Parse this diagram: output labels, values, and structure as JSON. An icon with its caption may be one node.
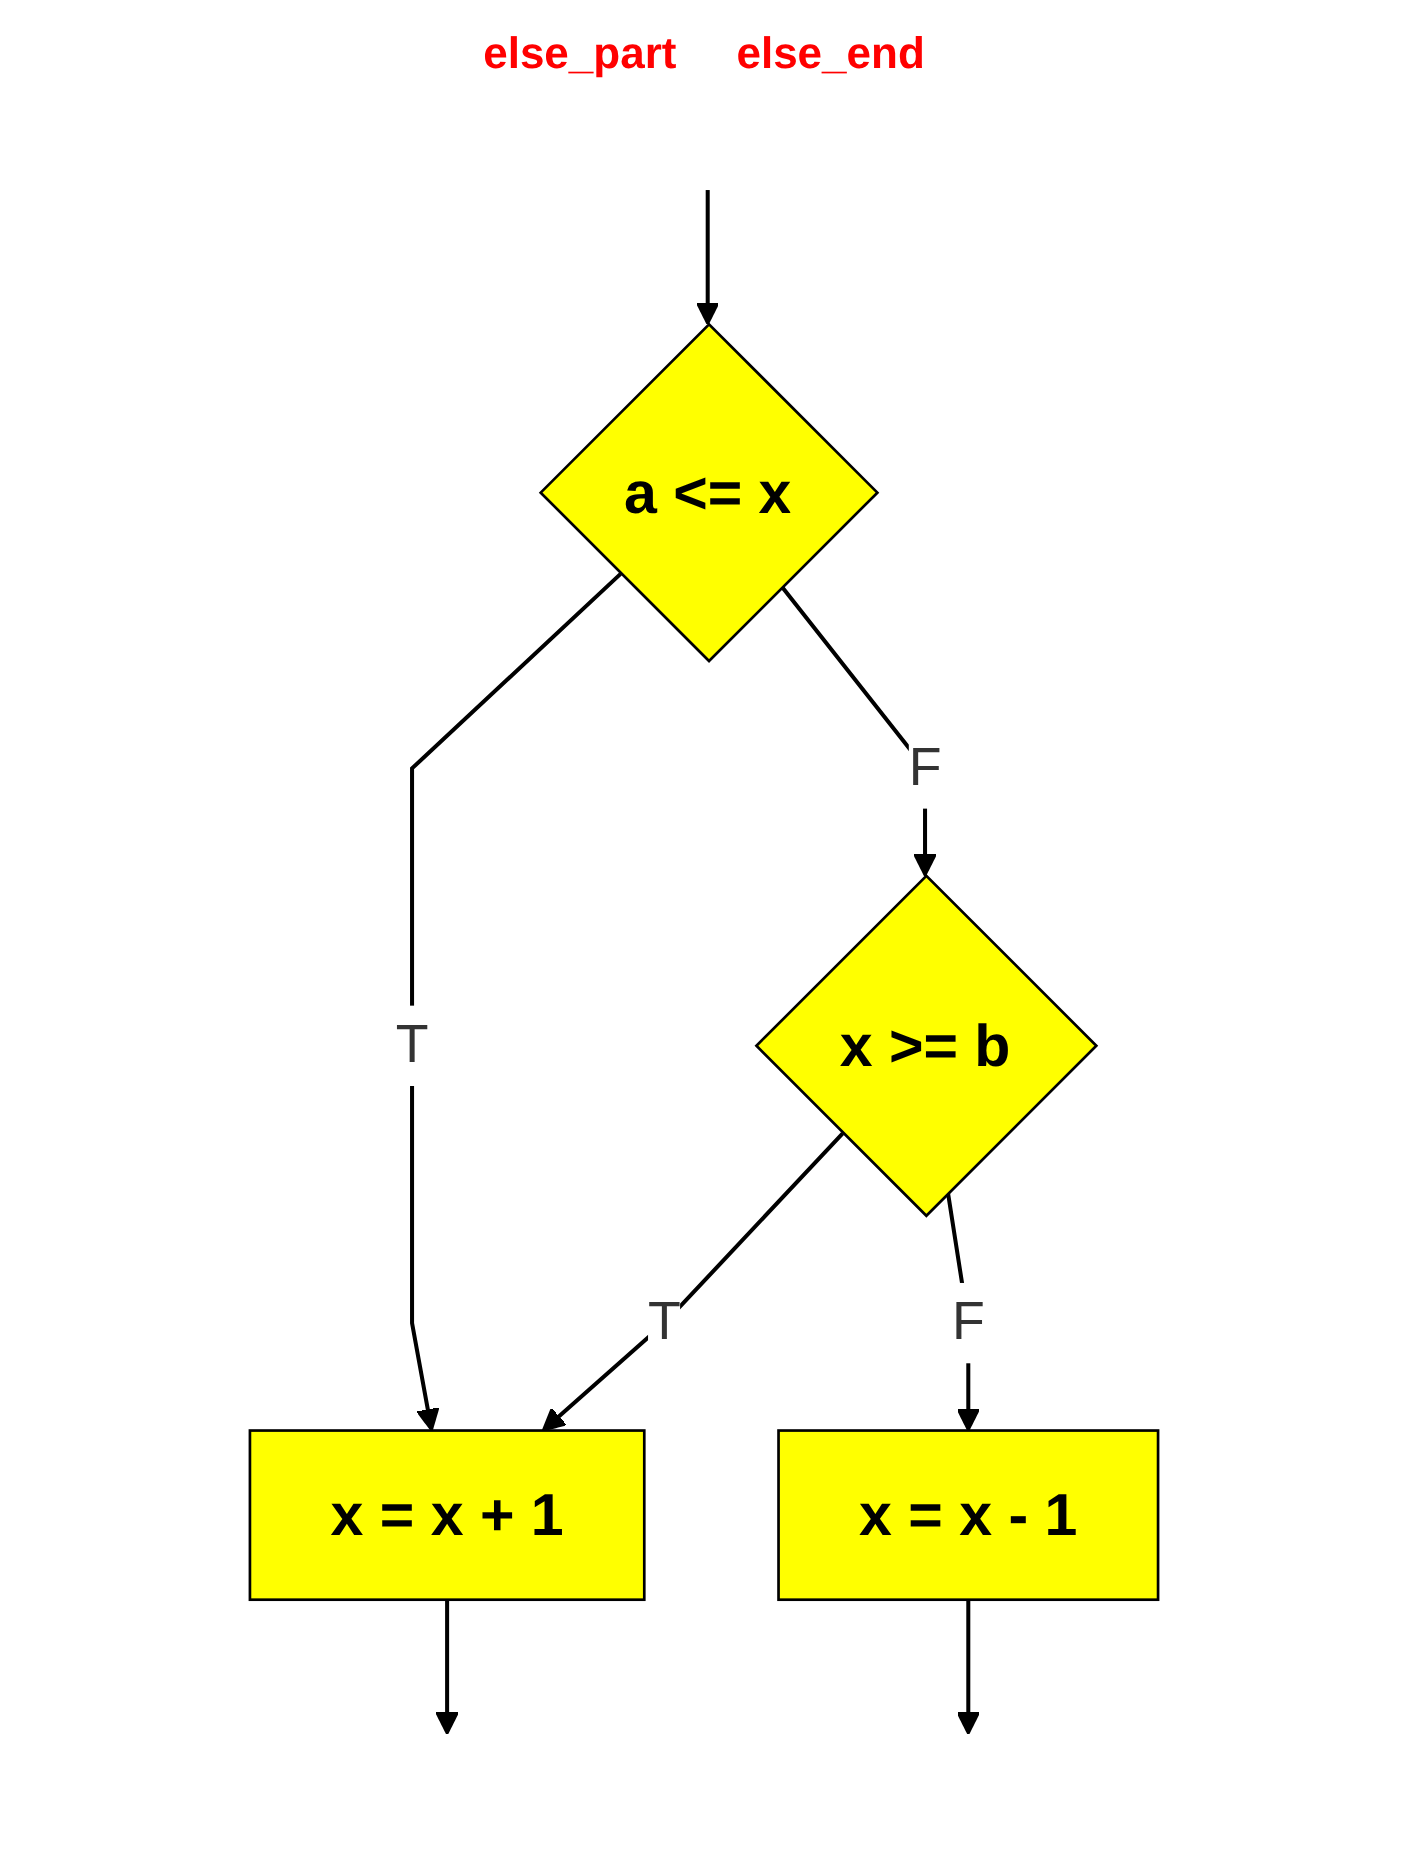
{
  "diagram": {
    "nodes": [
      {
        "text": [
          "a <= x"
        ]
      },
      {
        "text": [
          "x >= b"
        ]
      },
      {
        "text": [
          "x = x + 1"
        ]
      },
      {
        "text": [
          "x = x - 1"
        ]
      }
    ],
    "edges": [
      {
        "from": null,
        "to": 0,
        "arrow": "to"
      },
      {
        "from": 0,
        "to": 1,
        "arrow": "to",
        "label": "F"
      },
      {
        "from": 0,
        "to": 2,
        "arrow": "to",
        "label": "T"
      },
      {
        "from": 1,
        "to": 2,
        "arrow": "to",
        "label": "T"
      },
      {
        "from": 1,
        "to": 3,
        "arrow": "to",
        "label": "F"
      },
      {
        "from": 2,
        "to": null,
        "arrow": "to"
      },
      {
        "from": 3,
        "to": null,
        "arrow": "to"
      }
    ],
    "labels": [
      "else_part",
      "else_end"
    ]
  }
}
